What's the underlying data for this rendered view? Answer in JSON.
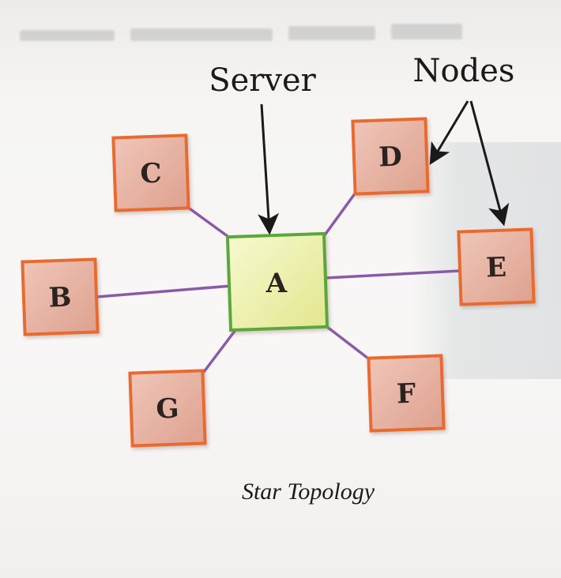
{
  "labels": {
    "server": "Server",
    "nodes": "Nodes"
  },
  "server_node": {
    "id": "A"
  },
  "nodes": [
    {
      "id": "B"
    },
    {
      "id": "C"
    },
    {
      "id": "D"
    },
    {
      "id": "E"
    },
    {
      "id": "F"
    },
    {
      "id": "G"
    }
  ],
  "caption": "Star Topology",
  "colors": {
    "server_fill": "#ecf0a8",
    "server_border": "#5aa83a",
    "node_fill": "#e7b3a4",
    "node_border": "#e86a2e",
    "link_color": "#8a5aa8",
    "arrow_color": "#1a1a1a"
  }
}
